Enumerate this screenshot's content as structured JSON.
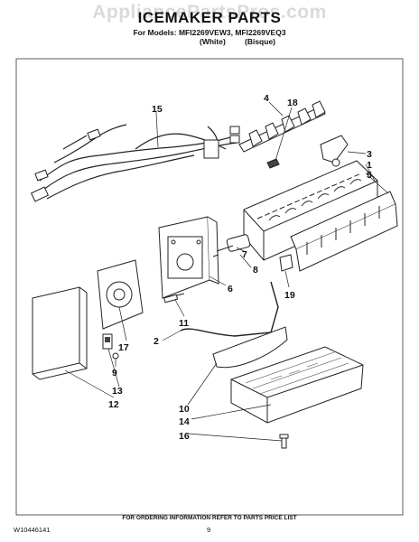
{
  "header": {
    "watermark": "AppliancePartsPros.com",
    "title": "ICEMAKER PARTS",
    "models_line": "For Models: MFI2269VEW3, MFI2269VEQ3",
    "variant_white": "(White)",
    "variant_bisque": "(Bisque)"
  },
  "callouts": [
    {
      "id": "15",
      "label": "15"
    },
    {
      "id": "4",
      "label": "4"
    },
    {
      "id": "18",
      "label": "18"
    },
    {
      "id": "3",
      "label": "3"
    },
    {
      "id": "1",
      "label": "1"
    },
    {
      "id": "5",
      "label": "5"
    },
    {
      "id": "7",
      "label": "7"
    },
    {
      "id": "8",
      "label": "8"
    },
    {
      "id": "6",
      "label": "6"
    },
    {
      "id": "19",
      "label": "19"
    },
    {
      "id": "11",
      "label": "11"
    },
    {
      "id": "2",
      "label": "2"
    },
    {
      "id": "17",
      "label": "17"
    },
    {
      "id": "9",
      "label": "9"
    },
    {
      "id": "13",
      "label": "13"
    },
    {
      "id": "12",
      "label": "12"
    },
    {
      "id": "10",
      "label": "10"
    },
    {
      "id": "14",
      "label": "14"
    },
    {
      "id": "16",
      "label": "16"
    }
  ],
  "footer": {
    "note": "FOR ORDERING INFORMATION REFER TO PARTS PRICE LIST",
    "doc_number": "W10446141",
    "page_number": "9"
  }
}
